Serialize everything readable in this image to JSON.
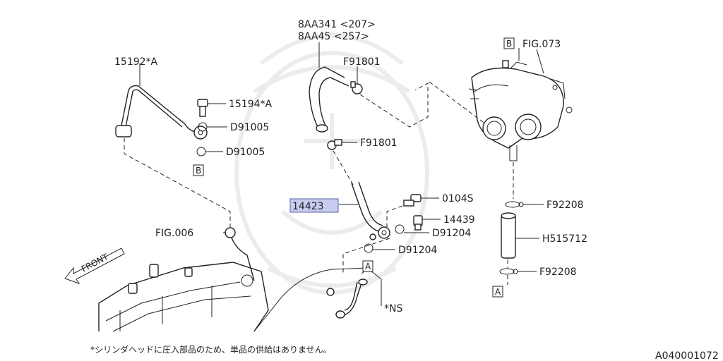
{
  "labels": {
    "hose_8aa341": "8AA341 <207>",
    "hose_8aa45": "8AA45  <257>",
    "clamp_f91801_top": "F91801",
    "clamp_f91801_mid": "F91801",
    "pipe_15192": "15192*A",
    "bolt_15194": "15194*A",
    "gasket_d91005_a": "D91005",
    "gasket_d91005_b": "D91005",
    "ref_b_left": "B",
    "fig_006": "FIG.006",
    "front": "FRONT",
    "pipe_14423": "14423",
    "bolt_0104s": "0104S",
    "bolt_14439": "14439",
    "gasket_d91204_a": "D91204",
    "gasket_d91204_b": "D91204",
    "ref_a_mid": "A",
    "ns": "*NS",
    "ref_b_top": "B",
    "fig_073": "FIG.073",
    "clamp_f92208_top": "F92208",
    "hose_h515712": "H515712",
    "clamp_f92208_bot": "F92208",
    "ref_a_bot": "A",
    "footnote": "*シリンダヘッドに圧入部品のため、単品の供給はありません。",
    "diagram_id": "A040001072"
  },
  "colors": {
    "line": "#222222",
    "highlight_fill": "#c8cdf0",
    "highlight_stroke": "#5a63a8",
    "watermark": "#ececec"
  }
}
